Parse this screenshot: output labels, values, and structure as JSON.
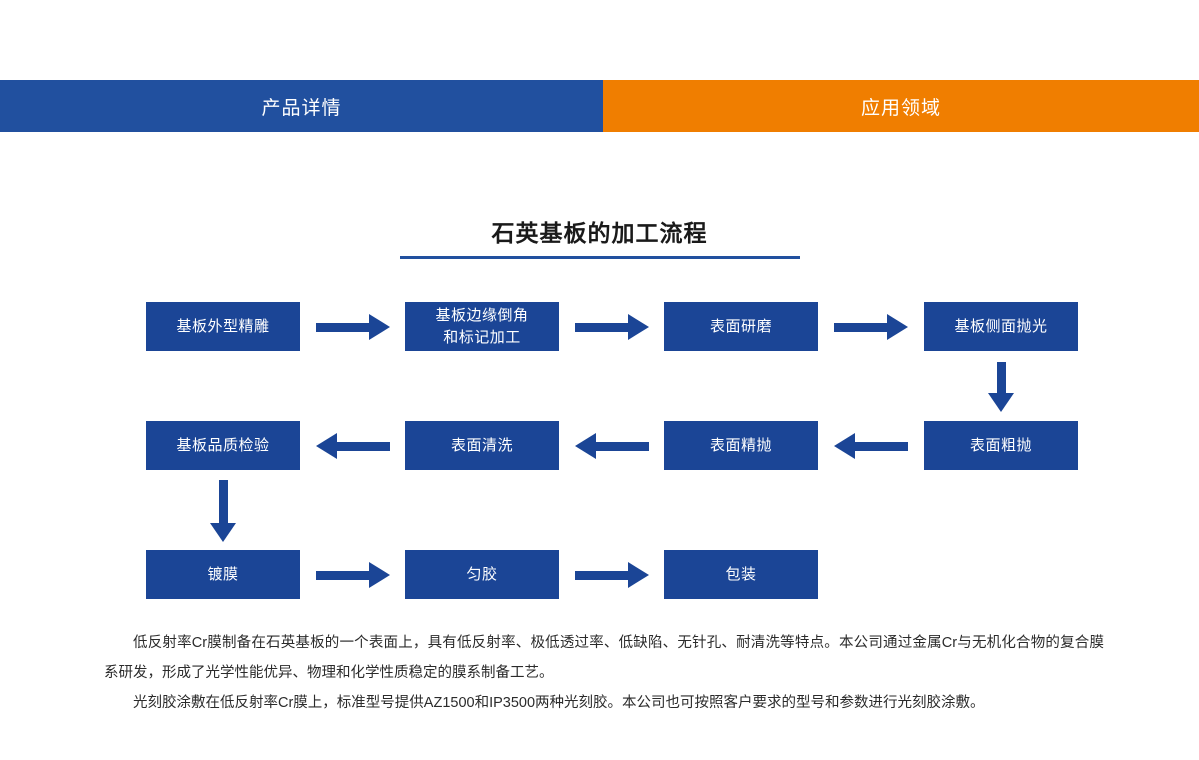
{
  "tabs": [
    {
      "label": "产品详情",
      "state": "active",
      "color": "#21509f"
    },
    {
      "label": "应用领域",
      "state": "inactive",
      "color": "#f07e00"
    }
  ],
  "section": {
    "title": "石英基板的加工流程",
    "rule_color": "#21509f"
  },
  "flow": {
    "node_color": "#1b4596",
    "node_text_color": "#ffffff",
    "arrow_color": "#1b4596",
    "rows": [
      {
        "direction": "right",
        "nodes": [
          {
            "label": "基板外型精雕"
          },
          {
            "label": "基板边缘倒角\n和标记加工"
          },
          {
            "label": "表面研磨"
          },
          {
            "label": "基板侧面抛光"
          }
        ]
      },
      {
        "direction": "left",
        "nodes": [
          {
            "label": "基板品质检验"
          },
          {
            "label": "表面清洗"
          },
          {
            "label": "表面精抛"
          },
          {
            "label": "表面粗抛"
          }
        ]
      },
      {
        "direction": "right",
        "nodes": [
          {
            "label": "镀膜"
          },
          {
            "label": "匀胶"
          },
          {
            "label": "包装"
          }
        ]
      }
    ],
    "connectors": [
      {
        "name": "arrow-right-r1-1"
      },
      {
        "name": "arrow-right-r1-2"
      },
      {
        "name": "arrow-right-r1-3"
      },
      {
        "name": "arrow-down-right"
      },
      {
        "name": "arrow-left-r2-1"
      },
      {
        "name": "arrow-left-r2-2"
      },
      {
        "name": "arrow-left-r2-3"
      },
      {
        "name": "arrow-down-left"
      },
      {
        "name": "arrow-right-r3-1"
      },
      {
        "name": "arrow-right-r3-2"
      }
    ]
  },
  "body_text": {
    "paragraph1": "低反射率Cr膜制备在石英基板的一个表面上，具有低反射率、极低透过率、低缺陷、无针孔、耐清洗等特点。本公司通过金属Cr与无机化合物的复合膜系研发，形成了光学性能优异、物理和化学性质稳定的膜系制备工艺。",
    "paragraph2": "光刻胶涂敷在低反射率Cr膜上，标准型号提供AZ1500和IP3500两种光刻胶。本公司也可按照客户要求的型号和参数进行光刻胶涂敷。"
  }
}
